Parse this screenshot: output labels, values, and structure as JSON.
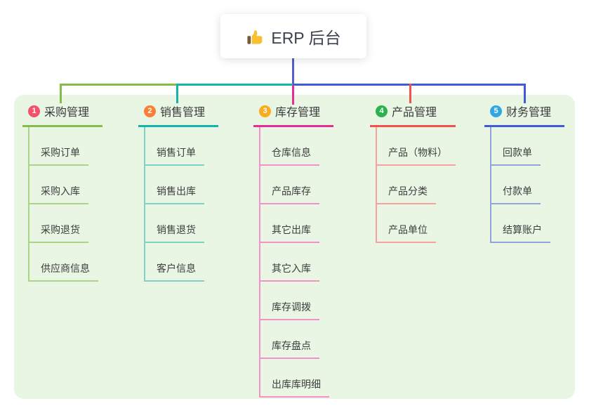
{
  "root": {
    "label": "ERP 后台",
    "icon": "thumbs-up-icon"
  },
  "colors": {
    "panel_bg": "#e9f6e4",
    "root_connector": "#5560cf",
    "root_text": "#3c4150"
  },
  "branches": [
    {
      "index": "1",
      "label": "采购管理",
      "color": "#84bd4a",
      "light_color": "#abd488",
      "badge_color": "#f4516c",
      "children": [
        "采购订单",
        "采购入库",
        "采购退货",
        "供应商信息"
      ]
    },
    {
      "index": "2",
      "label": "销售管理",
      "color": "#16b3a8",
      "light_color": "#7fd2c8",
      "badge_color": "#fb7e37",
      "children": [
        "销售订单",
        "销售出库",
        "销售退货",
        "客户信息"
      ]
    },
    {
      "index": "3",
      "label": "库存管理",
      "color": "#e52e93",
      "light_color": "#f491c8",
      "badge_color": "#fbab1d",
      "children": [
        "仓库信息",
        "产品库存",
        "其它出库",
        "其它入库",
        "库存调拨",
        "库存盘点",
        "出库库明细"
      ]
    },
    {
      "index": "4",
      "label": "产品管理",
      "color": "#f2534f",
      "light_color": "#f8a29e",
      "badge_color": "#2cb24f",
      "children": [
        "产品（物料）",
        "产品分类",
        "产品单位"
      ]
    },
    {
      "index": "5",
      "label": "财务管理",
      "color": "#3f5bd5",
      "light_color": "#93a4dd",
      "badge_color": "#2fa7e1",
      "children": [
        "回款单",
        "付款单",
        "结算账户"
      ]
    }
  ]
}
